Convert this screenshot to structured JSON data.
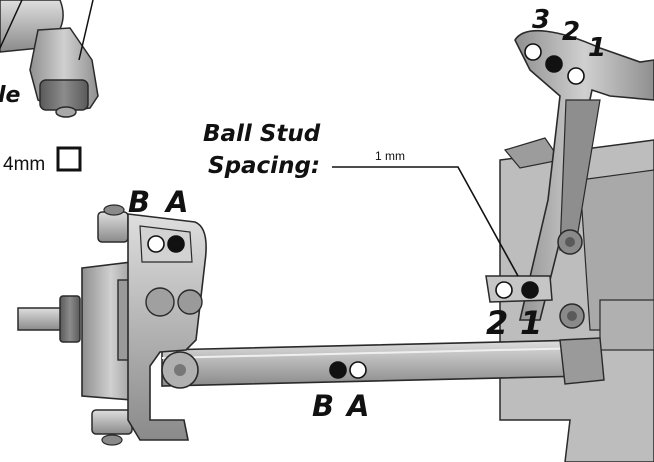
{
  "labels": {
    "cropped_word": "le",
    "size_option": "4mm",
    "ball_stud_line1": "Ball Stud",
    "ball_stud_line2": "Spacing:",
    "spacing_value": "1 mm",
    "top_hole_3": "3",
    "top_hole_2": "2",
    "top_hole_1": "1",
    "lower_hole_2": "2",
    "lower_hole_1": "1",
    "knuckle_hole_b": "B",
    "knuckle_hole_a": "A",
    "arm_hole_b": "B",
    "arm_hole_a": "A"
  },
  "colors": {
    "part_light": "#c9c9c9",
    "part_mid": "#9a9a9a",
    "part_dark": "#6e6e6e",
    "outline": "#2a2a2a",
    "ink": "#111111",
    "hole_filled": "#111111",
    "hole_open": "#ffffff"
  },
  "icons": {
    "checkbox": "empty-square-checkbox"
  }
}
